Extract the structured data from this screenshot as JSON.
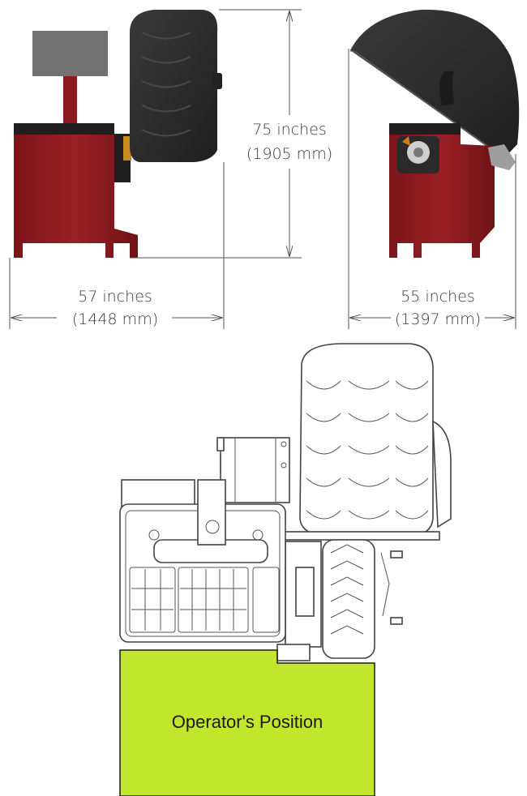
{
  "dimensions": {
    "height": {
      "line1": "75 inches",
      "line2": "(1905 mm)"
    },
    "width_side": {
      "line1": "57 inches",
      "line2": "(1448 mm)"
    },
    "width_front": {
      "line1": "55 inches",
      "line2": "(1397 mm)"
    }
  },
  "operator_area": {
    "label": "Operator's Position"
  },
  "colors": {
    "machine_red": "#8b1a1f",
    "machine_dark_red": "#6b1216",
    "hood_black": "#2b2b2b",
    "monitor_gray": "#707070",
    "operator_green": "#c2e62b"
  }
}
